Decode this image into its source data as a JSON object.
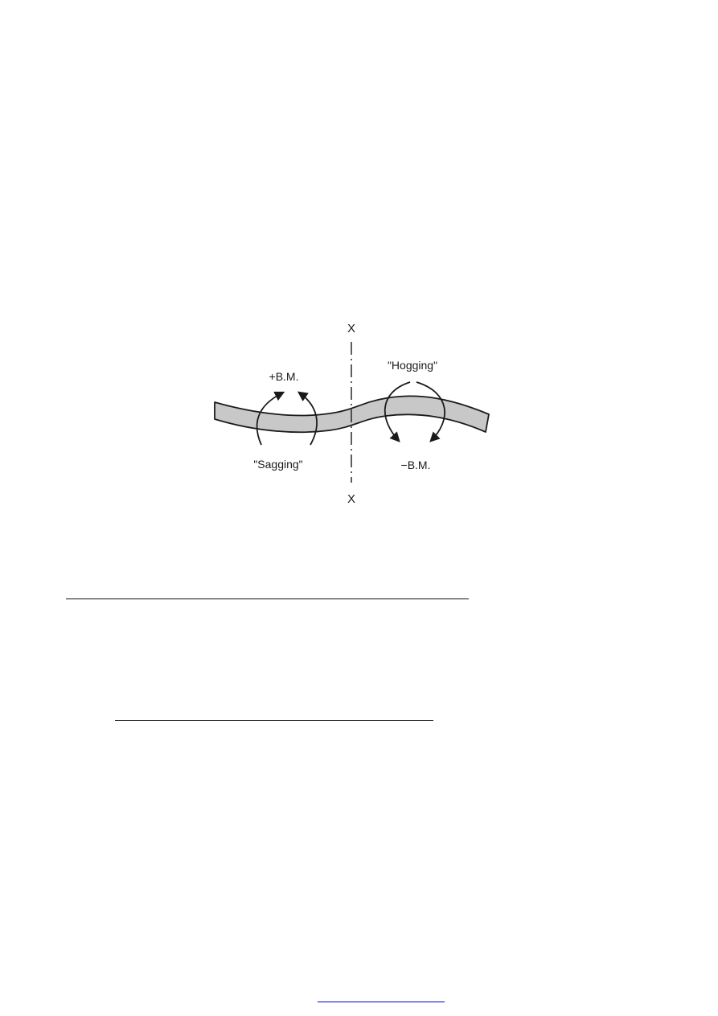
{
  "figure": {
    "axis_top_label": "X",
    "axis_bottom_label": "X",
    "sagging_moment_label": "+B.M.",
    "sagging_label": "\"Sagging\"",
    "hogging_label": "\"Hogging\"",
    "hogging_moment_label": "−B.M.",
    "beam_color": "#c8c8c8",
    "line_color": "#1a1a1a"
  },
  "footer": {
    "link_color": "#0000cc"
  }
}
